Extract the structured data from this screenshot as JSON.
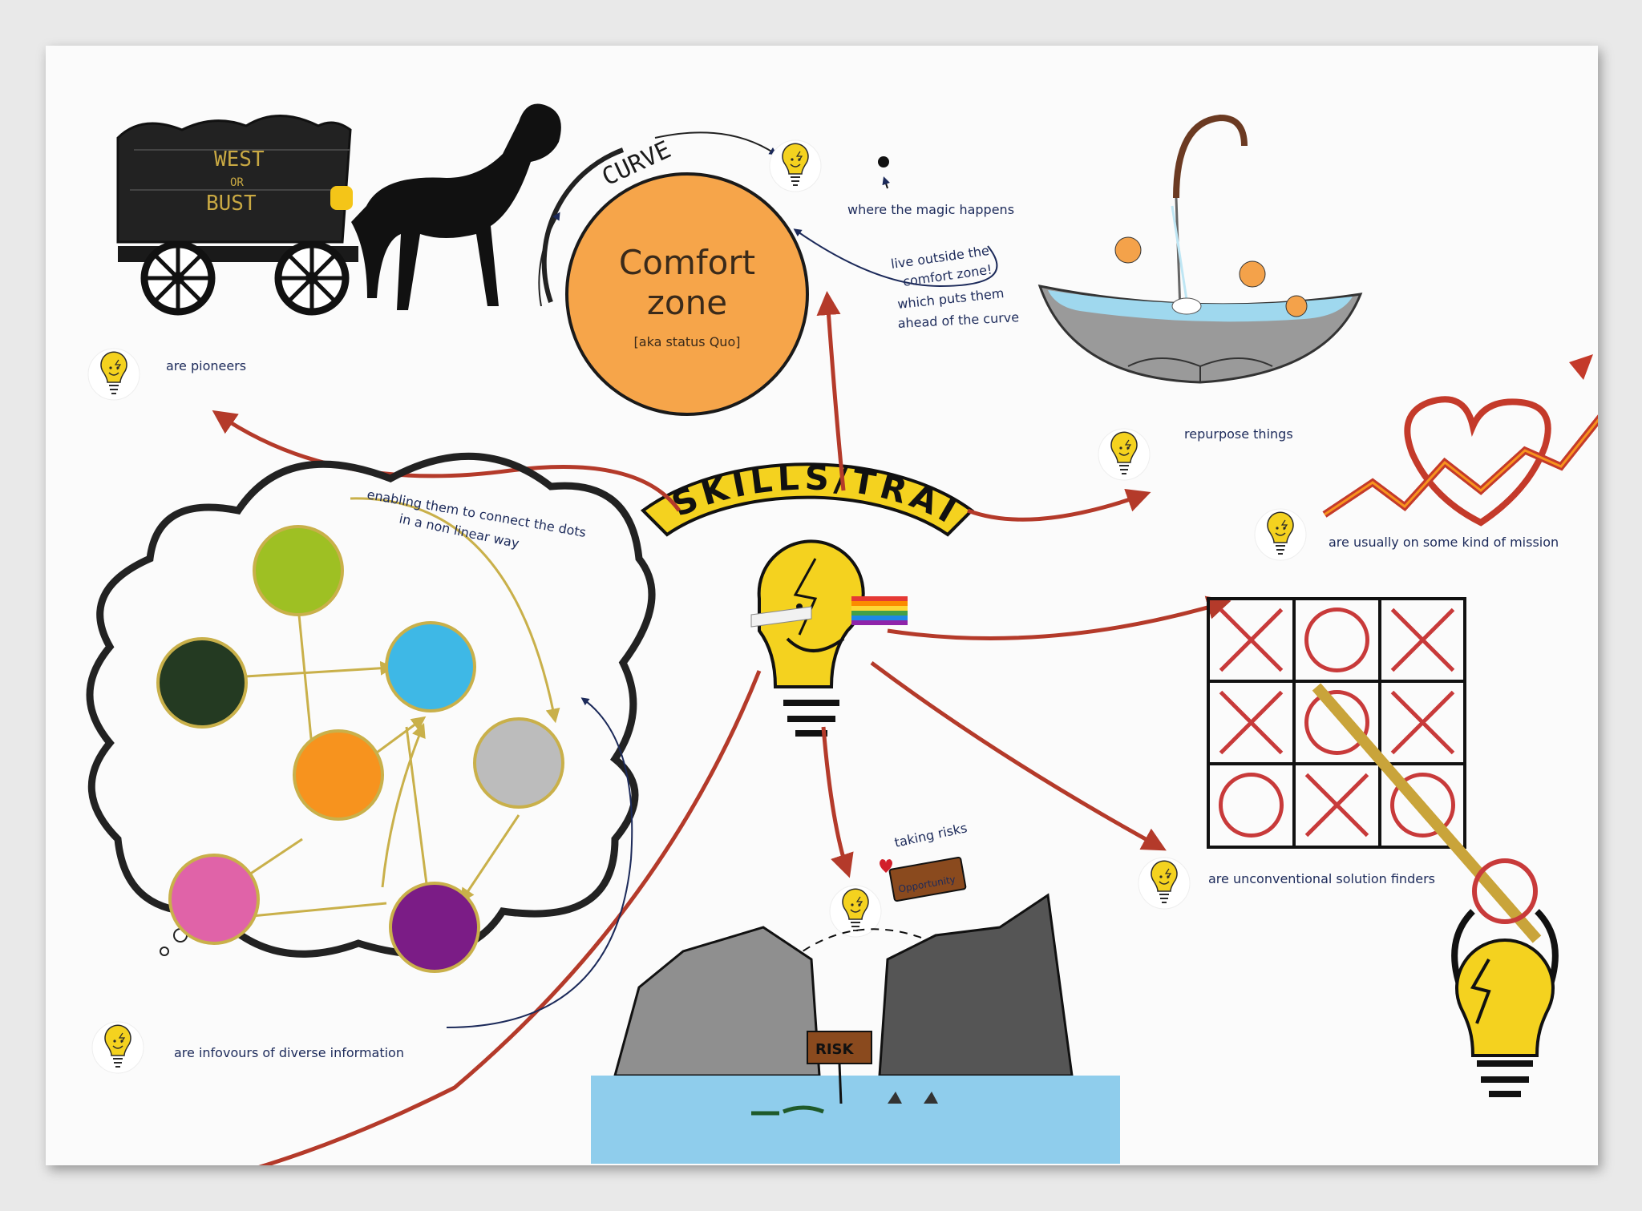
{
  "center": {
    "banner": "SKILLS/TRAITS"
  },
  "comfort_zone": {
    "title_line1": "Comfort",
    "title_line2": "zone",
    "subtitle": "[aka status Quo]",
    "curve_label": "CURVE"
  },
  "wagon": {
    "line1": "WEST",
    "line2": "OR",
    "line3": "BUST"
  },
  "notes": {
    "magic": "where the magic happens",
    "outside_line1": "live outside the",
    "outside_line2": "comfort zone!",
    "outside_line3": "which puts them",
    "outside_line4": "ahead of the curve",
    "pioneers": "are pioneers",
    "repurpose": "repurpose things",
    "mission": "are usually on some kind of mission",
    "unconventional": "are unconventional solution finders",
    "risks": "taking risks",
    "omnivores": "are infovours of diverse information",
    "dots_line1": "enabling them to connect the dots",
    "dots_line2": "in a non linear way"
  },
  "cliff": {
    "risk_sign": "RISK",
    "opportunity_sign": "Opportunity"
  },
  "tictactoe": {
    "cells": [
      "X",
      "O",
      "X",
      "X",
      "O",
      "X",
      "O",
      "X",
      "O"
    ]
  },
  "colors": {
    "arrow": "#b43a2a",
    "bulb": "#f4d21f",
    "comfort": "#f6a54a",
    "ink": "#1c2a5a",
    "gold": "#c9b04a",
    "ttt": "#c83a3a"
  },
  "network_nodes": [
    {
      "name": "lime",
      "color": "#9ec023"
    },
    {
      "name": "dark-green",
      "color": "#243a22"
    },
    {
      "name": "sky-blue",
      "color": "#3eb8e6"
    },
    {
      "name": "orange",
      "color": "#f7931e"
    },
    {
      "name": "grey",
      "color": "#bcbcbc"
    },
    {
      "name": "pink",
      "color": "#e063a8"
    },
    {
      "name": "purple",
      "color": "#7b1c86"
    }
  ]
}
